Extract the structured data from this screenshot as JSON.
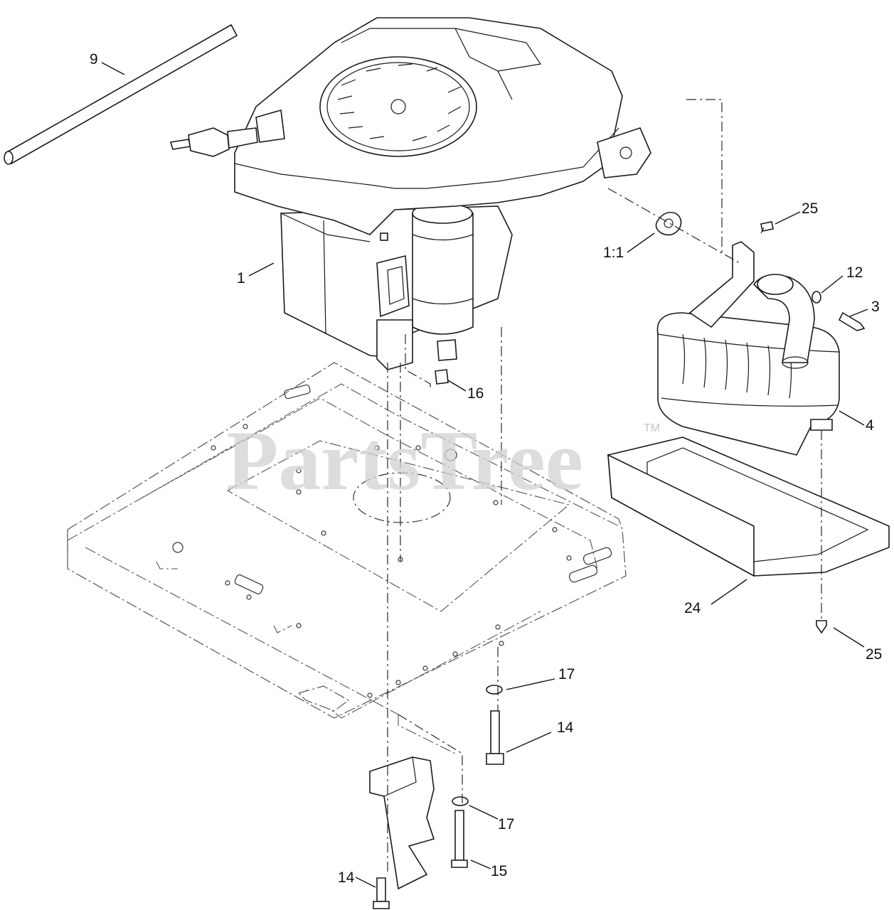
{
  "watermark": {
    "text": "PartsTree",
    "trademark": "TM"
  },
  "callouts": [
    {
      "id": "c9",
      "label": "9"
    },
    {
      "id": "c1",
      "label": "1"
    },
    {
      "id": "c25a",
      "label": "25"
    },
    {
      "id": "c11",
      "label": "1:1"
    },
    {
      "id": "c12",
      "label": "12"
    },
    {
      "id": "c3",
      "label": "3"
    },
    {
      "id": "c16",
      "label": "16"
    },
    {
      "id": "c4",
      "label": "4"
    },
    {
      "id": "c24",
      "label": "24"
    },
    {
      "id": "c25b",
      "label": "25"
    },
    {
      "id": "c17a",
      "label": "17"
    },
    {
      "id": "c14a",
      "label": "14"
    },
    {
      "id": "c17b",
      "label": "17"
    },
    {
      "id": "c15",
      "label": "15"
    },
    {
      "id": "c14b",
      "label": "14"
    }
  ]
}
